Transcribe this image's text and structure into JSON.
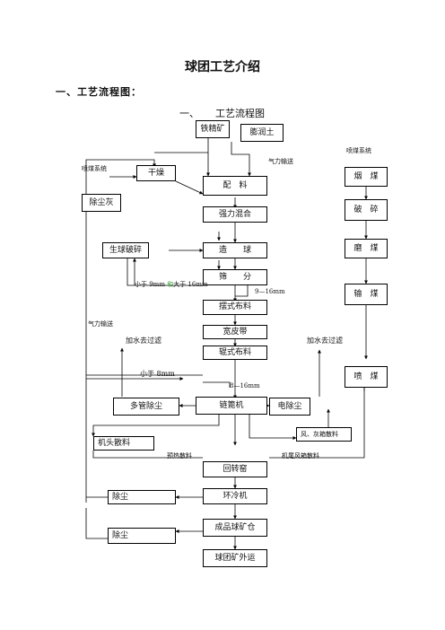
{
  "page": {
    "title": "球团工艺介绍",
    "section_heading": "一、工艺流程图：",
    "diagram_title_num": "一、",
    "diagram_title": "工艺流程图"
  },
  "nodes": {
    "iron_concentrate": "铁精矿",
    "bentonite": "膨润土",
    "drying": "干燥",
    "dust_ash": "除尘灰",
    "batching": "配　料",
    "strong_mixing": "强力混合",
    "green_ball_crushing": "生球破碎",
    "pelletizing": "造　　球",
    "screening": "筛　　分",
    "swing_distributor": "摆式布料",
    "wide_belt": "宽皮带",
    "roller_distributor": "辊式布料",
    "multi_tube_dust": "多管除尘",
    "grate": "链篦机",
    "electrostatic_dust": "电除尘",
    "head_spill": "机头散料",
    "fan_ash_spill": "风、灰箱散料",
    "rotary_kiln": "回转窑",
    "dedust_1": "除尘",
    "ring_cooler": "环冷机",
    "product_silo": "成品球矿仓",
    "dedust_2": "除尘",
    "pellet_out": "球团矿外运",
    "coal_raw": "烟　煤",
    "coal_crush": "破　碎",
    "coal_grind": "磨　煤",
    "coal_convey": "输　煤",
    "coal_spray": "喷　煤"
  },
  "labels": {
    "pneumatic_top": "气力输送",
    "coal_system_left": "喷煤系统",
    "coal_system_right": "喷煤系统",
    "lt9": "小于 9mm",
    "and": "和",
    "gt16": "大于 16mm",
    "range_9_16": "9—16mm",
    "pneumatic_left": "气力输送",
    "water_filter_left": "加水去过滤",
    "water_filter_right": "加水去过滤",
    "lt8": "小于 8mm",
    "range_8_16": "8—16mm",
    "preheat_spill": "预热散料",
    "tail_fan_spill": "机尾风箱散料"
  },
  "colors": {
    "line": "#000000",
    "highlight": "#2e9d2e"
  }
}
